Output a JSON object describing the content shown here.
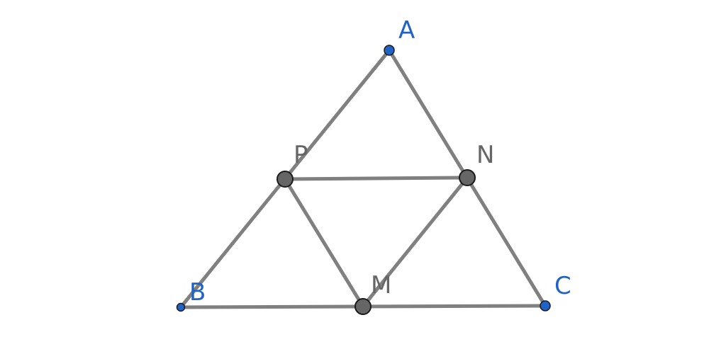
{
  "figure": {
    "points": [
      {
        "id": "A",
        "label": "A",
        "kind": "vertex",
        "color": "#1f63c6"
      },
      {
        "id": "B",
        "label": "B",
        "kind": "vertex",
        "color": "#1f63c6"
      },
      {
        "id": "C",
        "label": "C",
        "kind": "vertex",
        "color": "#1f63c6"
      },
      {
        "id": "M",
        "label": "M",
        "kind": "midpoint",
        "color": "#666666"
      },
      {
        "id": "N",
        "label": "N",
        "kind": "midpoint",
        "color": "#666666"
      },
      {
        "id": "P",
        "label": "P",
        "kind": "midpoint",
        "color": "#666666"
      }
    ],
    "segments": [
      [
        "A",
        "B"
      ],
      [
        "B",
        "C"
      ],
      [
        "C",
        "A"
      ],
      [
        "P",
        "N"
      ],
      [
        "P",
        "M"
      ],
      [
        "N",
        "M"
      ]
    ],
    "colors": {
      "edge": "#808080",
      "vertex_fill": "#1f63c6",
      "midpoint_fill": "#666666",
      "vertex_label": "#1f63c6",
      "midpoint_label": "#666666",
      "outline": "#1a1a1a"
    }
  }
}
